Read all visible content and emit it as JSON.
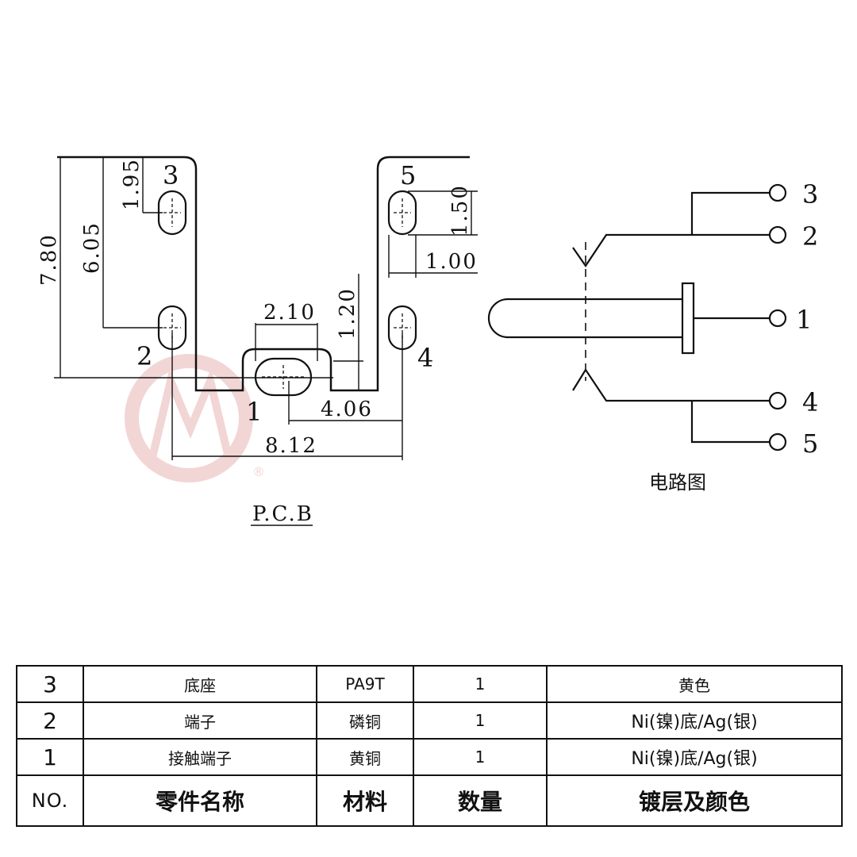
{
  "pcb": {
    "caption": "P.C.B",
    "dimensions": {
      "d_7_80": "7.80",
      "d_6_05": "6.05",
      "d_1_95": "1.95",
      "d_1_50": "1.50",
      "d_1_00": "1.00",
      "d_2_10": "2.10",
      "d_1_20": "1.20",
      "d_4_06": "4.06",
      "d_8_12": "8.12"
    },
    "pins": {
      "p1": "1",
      "p2": "2",
      "p3": "3",
      "p4": "4",
      "p5": "5"
    }
  },
  "circuit": {
    "caption": "电路图",
    "pins": {
      "p1": "1",
      "p2": "2",
      "p3": "3",
      "p4": "4",
      "p5": "5"
    }
  },
  "watermark": {
    "registered": "®",
    "color": "#e8b4b4"
  },
  "bom": {
    "header": {
      "no": "NO.",
      "name": "零件名称",
      "material": "材料",
      "qty": "数量",
      "plating": "镀层及颜色"
    },
    "rows": [
      {
        "no": "3",
        "name": "底座",
        "material": "PA9T",
        "qty": "1",
        "plating": "黄色"
      },
      {
        "no": "2",
        "name": "端子",
        "material": "磷铜",
        "qty": "1",
        "plating": "Ni(镍)底/Ag(银)"
      },
      {
        "no": "1",
        "name": "接触端子",
        "material": "黄铜",
        "qty": "1",
        "plating": "Ni(镍)底/Ag(银)"
      }
    ]
  }
}
